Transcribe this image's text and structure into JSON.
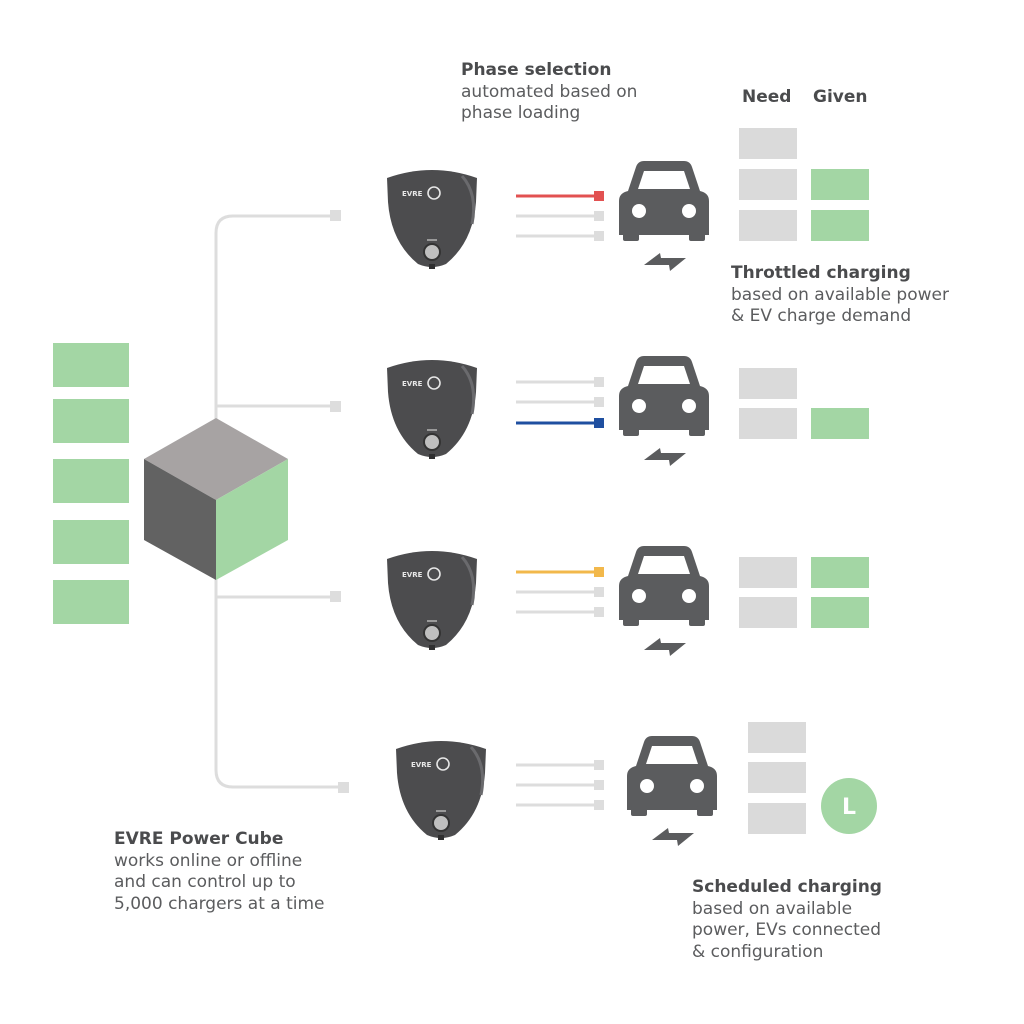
{
  "colors": {
    "green": "#a3d6a4",
    "grey_block": "#dadada",
    "connector": "#dddddd",
    "charger_body": "#4c4c4e",
    "car": "#5b5c5e",
    "phase_red": "#e25151",
    "phase_blue": "#1f4fa0",
    "phase_yellow": "#f2b84b",
    "clock_green": "#a3d6a4"
  },
  "headers": {
    "need": "Need",
    "given": "Given"
  },
  "phase_selection": {
    "title": "Phase selection",
    "lines": [
      "automated based on",
      "phase loading"
    ]
  },
  "throttled": {
    "title": "Throttled charging",
    "lines": [
      "based on available power",
      "& EV charge demand"
    ]
  },
  "power_cube": {
    "title": "EVRE Power Cube",
    "lines": [
      "works online or offline",
      "and can control up to",
      "5,000 chargers at a time"
    ]
  },
  "scheduled": {
    "title": "Scheduled charging",
    "lines": [
      "based on available",
      "power, EVs connected",
      "& configuration"
    ]
  },
  "charger_brand": "EVRE",
  "clock_letter": "L",
  "power_supply_blocks": 5,
  "chargers": [
    {
      "active_phase": 1,
      "phase_color": "phase_red",
      "need": 3,
      "given": 2
    },
    {
      "active_phase": 3,
      "phase_color": "phase_blue",
      "need": 2,
      "given": 1
    },
    {
      "active_phase": 1,
      "phase_color": "phase_yellow",
      "need": 2,
      "given": 2
    },
    {
      "active_phase": 0,
      "phase_color": "",
      "need": 3,
      "given": 0,
      "scheduled": true
    }
  ]
}
